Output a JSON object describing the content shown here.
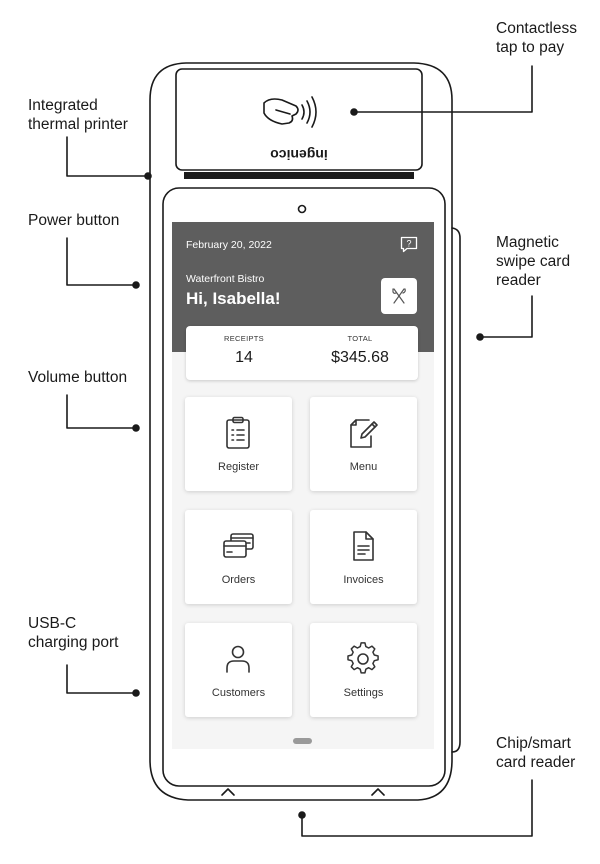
{
  "callouts": {
    "contactless": [
      "Contactless",
      "tap to pay"
    ],
    "printer": [
      "Integrated",
      "thermal printer"
    ],
    "power": [
      "Power button"
    ],
    "magstripe": [
      "Magnetic",
      "swipe card",
      "reader"
    ],
    "volume": [
      "Volume button"
    ],
    "usbc": [
      "USB-C",
      "charging port"
    ],
    "chip": [
      "Chip/smart",
      "card reader"
    ]
  },
  "device": {
    "brand": "ingenico"
  },
  "screen": {
    "date": "February 20, 2022",
    "business_name": "Waterfront Bistro",
    "greeting": "Hi, Isabella!",
    "stats": {
      "receipts_label": "RECEIPTS",
      "receipts_value": "14",
      "total_label": "TOTAL",
      "total_value": "$345.68"
    },
    "tiles": [
      {
        "label": "Register",
        "icon": "clipboard-icon"
      },
      {
        "label": "Menu",
        "icon": "edit-document-icon"
      },
      {
        "label": "Orders",
        "icon": "cards-icon"
      },
      {
        "label": "Invoices",
        "icon": "invoice-icon"
      },
      {
        "label": "Customers",
        "icon": "person-icon"
      },
      {
        "label": "Settings",
        "icon": "gear-icon"
      }
    ]
  },
  "colors": {
    "header_bg": "#5e5e5e",
    "screen_bg": "#f5f5f5",
    "line": "#1a1a1a"
  }
}
